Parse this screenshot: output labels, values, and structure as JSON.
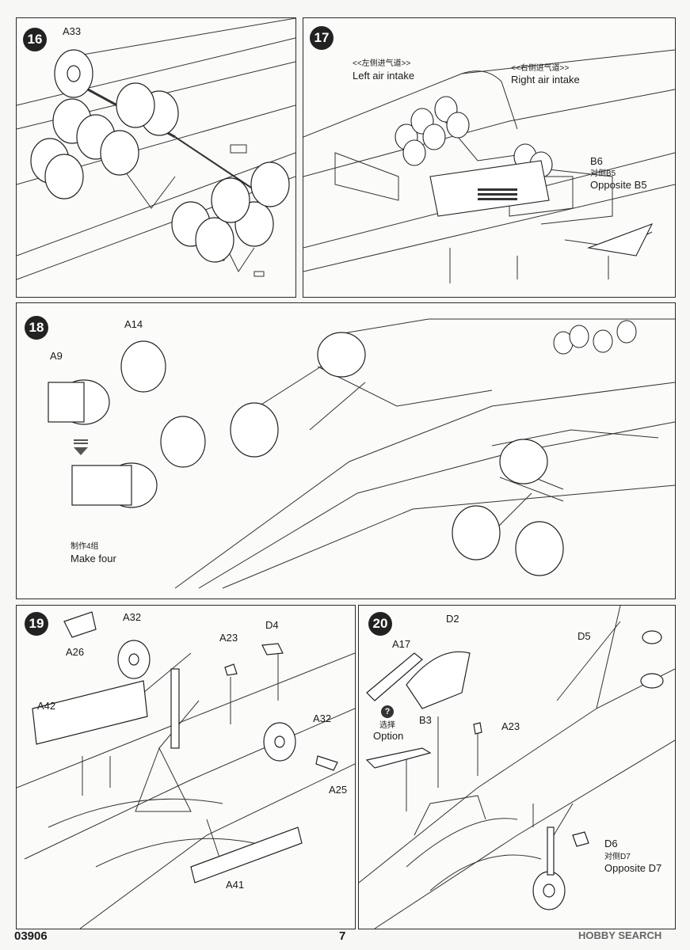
{
  "steps": [
    "16",
    "17",
    "18",
    "19",
    "20"
  ],
  "panel16": {
    "a33": "A33"
  },
  "panel17": {
    "left_cn": "<<左侧进气道>>",
    "left_en": "Left air intake",
    "right_cn": "<<右侧进气道>>",
    "right_en": "Right air intake",
    "b6": "B6",
    "opp_cn": "对侧B5",
    "opp_en": "Opposite B5"
  },
  "panel18": {
    "a14": "A14",
    "a9": "A9",
    "make_cn": "制作4组",
    "make_en": "Make four"
  },
  "panel19": {
    "a32_top": "A32",
    "a26": "A26",
    "a23": "A23",
    "d4": "D4",
    "a42": "A42",
    "a32_mid": "A32",
    "a25": "A25",
    "a41": "A41"
  },
  "panel20": {
    "d2": "D2",
    "a17": "A17",
    "d5": "D5",
    "option_mark": "?",
    "option_cn": "选择",
    "option_en": "Option",
    "b3": "B3",
    "a23": "A23",
    "d6": "D6",
    "opp_cn": "对侧D7",
    "opp_en": "Opposite D7"
  },
  "footer": {
    "code": "03906",
    "page": "7",
    "watermark": "HOBBY SEARCH"
  }
}
